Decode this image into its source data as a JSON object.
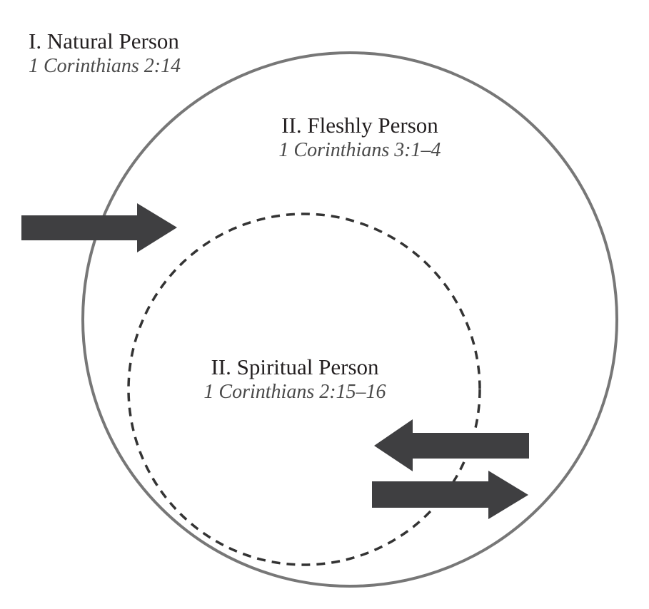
{
  "labels": {
    "natural": {
      "title": "I.  Natural Person",
      "reference": "1 Corinthians 2:14"
    },
    "fleshly": {
      "title": "II.  Fleshly Person",
      "reference": "1 Corinthians 3:1–4"
    },
    "spiritual": {
      "title": "II.  Spiritual Person",
      "reference": "1 Corinthians 2:15–16"
    }
  },
  "colors": {
    "outer_circle": "#777777",
    "inner_circle": "#333333",
    "arrow": "#3f3f41",
    "text": "#231f20"
  },
  "arrows": [
    {
      "name": "entry-arrow",
      "direction": "right"
    },
    {
      "name": "return-arrow",
      "direction": "left"
    },
    {
      "name": "exit-arrow",
      "direction": "right"
    }
  ]
}
